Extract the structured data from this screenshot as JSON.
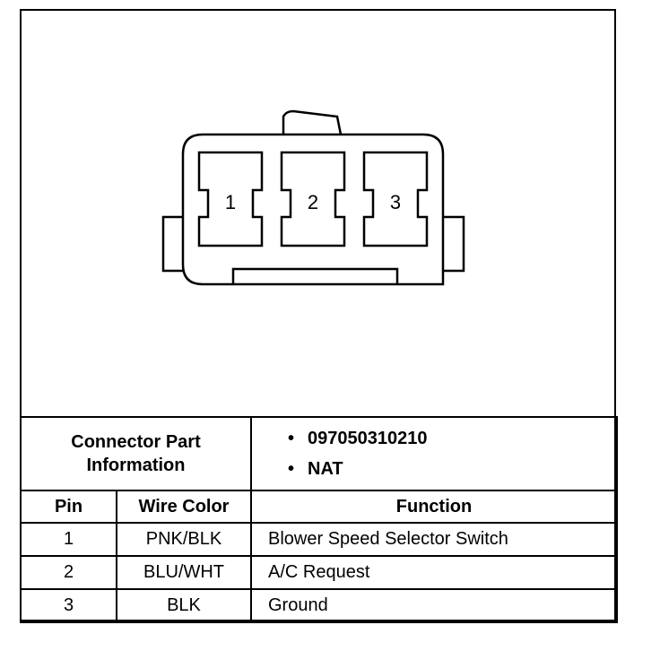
{
  "connector": {
    "pins": [
      "1",
      "2",
      "3"
    ]
  },
  "part_info": {
    "label_line1": "Connector Part",
    "label_line2": "Information",
    "items": [
      "097050310210",
      "NAT"
    ]
  },
  "table": {
    "headers": [
      "Pin",
      "Wire Color",
      "Function"
    ],
    "rows": [
      {
        "pin": "1",
        "wire_color": "PNK/BLK",
        "function": "Blower Speed Selector Switch"
      },
      {
        "pin": "2",
        "wire_color": "BLU/WHT",
        "function": "A/C Request"
      },
      {
        "pin": "3",
        "wire_color": "BLK",
        "function": "Ground"
      }
    ]
  }
}
